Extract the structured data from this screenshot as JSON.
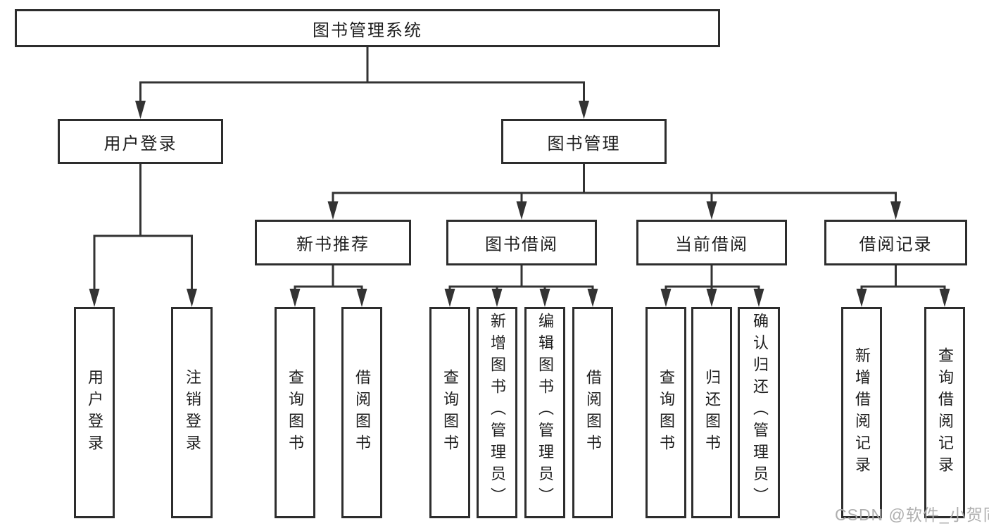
{
  "diagram": {
    "type": "hierarchy-tree",
    "nodes": {
      "root": {
        "label": "图书管理系统"
      },
      "level2": [
        {
          "label": "用户登录"
        },
        {
          "label": "图书管理"
        }
      ],
      "level3": [
        {
          "label": "新书推荐"
        },
        {
          "label": "图书借阅"
        },
        {
          "label": "当前借阅"
        },
        {
          "label": "借阅记录"
        }
      ],
      "leaves": [
        {
          "label": "用户登录",
          "parent": "用户登录"
        },
        {
          "label": "注销登录",
          "parent": "用户登录"
        },
        {
          "label": "查询图书",
          "parent": "新书推荐"
        },
        {
          "label": "借阅图书",
          "parent": "新书推荐"
        },
        {
          "label": "查询图书",
          "parent": "图书借阅"
        },
        {
          "label": "新增图书（管理员）",
          "parent": "图书借阅"
        },
        {
          "label": "编辑图书（管理员）",
          "parent": "图书借阅"
        },
        {
          "label": "借阅图书",
          "parent": "图书借阅"
        },
        {
          "label": "查询图书",
          "parent": "当前借阅"
        },
        {
          "label": "归还图书",
          "parent": "当前借阅"
        },
        {
          "label": "确认归还（管理员）",
          "parent": "当前借阅"
        },
        {
          "label": "新增借阅记录",
          "parent": "借阅记录"
        },
        {
          "label": "查询借阅记录",
          "parent": "借阅记录"
        }
      ]
    },
    "colors": {
      "line": "#333333",
      "border": "#2d2d2d",
      "text": "#1e1e1e",
      "background": "#ffffff",
      "watermark": "#ababab"
    },
    "watermark": "CSDN @软件_小贺同学"
  }
}
